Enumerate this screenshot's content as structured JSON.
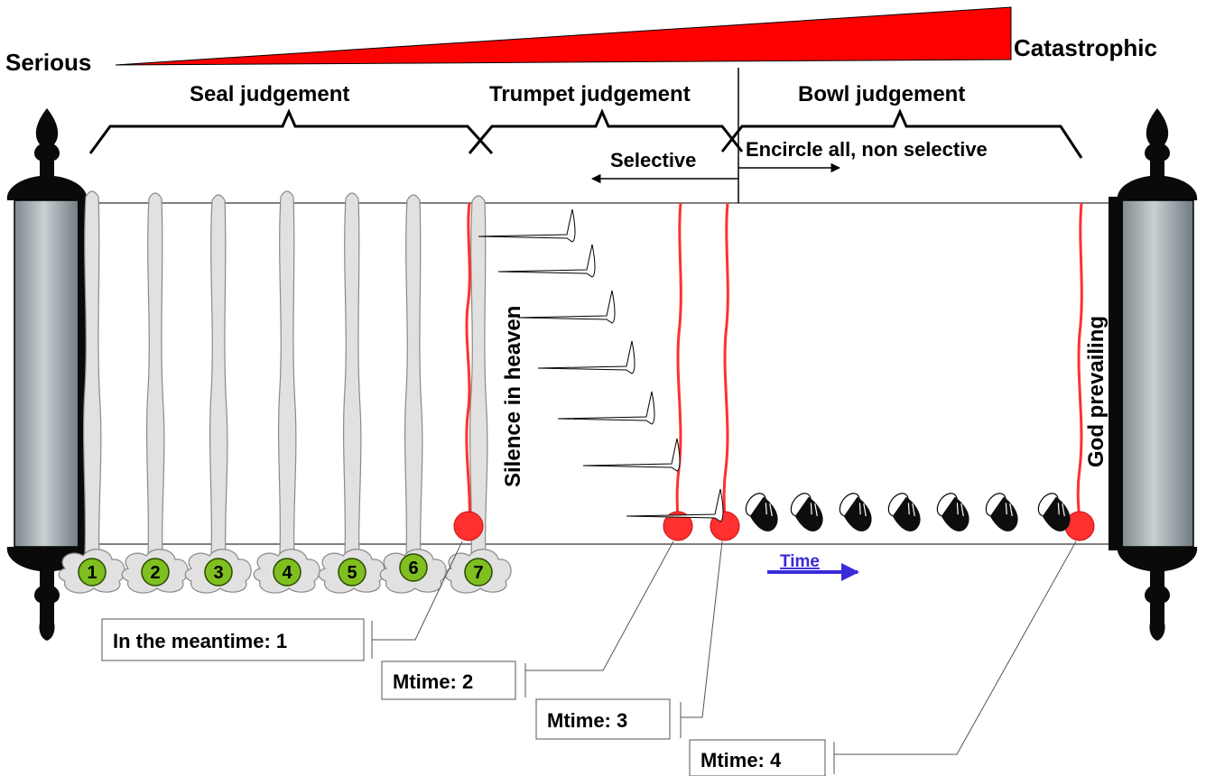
{
  "severity": {
    "low_label": "Serious",
    "high_label": "Catastrophic",
    "color": "#ff0000"
  },
  "sections": {
    "seal": "Seal judgement",
    "trumpet": "Trumpet judgement",
    "bowl": "Bowl judgement"
  },
  "direction": {
    "selective": "Selective",
    "non_selective": "Encircle all, non selective"
  },
  "vertical_text": {
    "silence": "Silence in heaven",
    "god": "God prevailing"
  },
  "time_label": "Time",
  "seals": [
    "1",
    "2",
    "3",
    "4",
    "5",
    "6",
    "7"
  ],
  "callouts": {
    "c1": "In the meantime: 1",
    "c2": "Mtime: 2",
    "c3": "Mtime: 3",
    "c4": "Mtime: 4"
  },
  "colors": {
    "seal_green": "#7fbf1f",
    "red": "#ff3030",
    "time_blue": "#3a2bd8",
    "scroll_rod": "#9ea8ad"
  },
  "icons": {
    "trumpet": "trumpet-icon",
    "bowl": "bowl-icon",
    "scroll_handle": "scroll-handle-icon"
  }
}
